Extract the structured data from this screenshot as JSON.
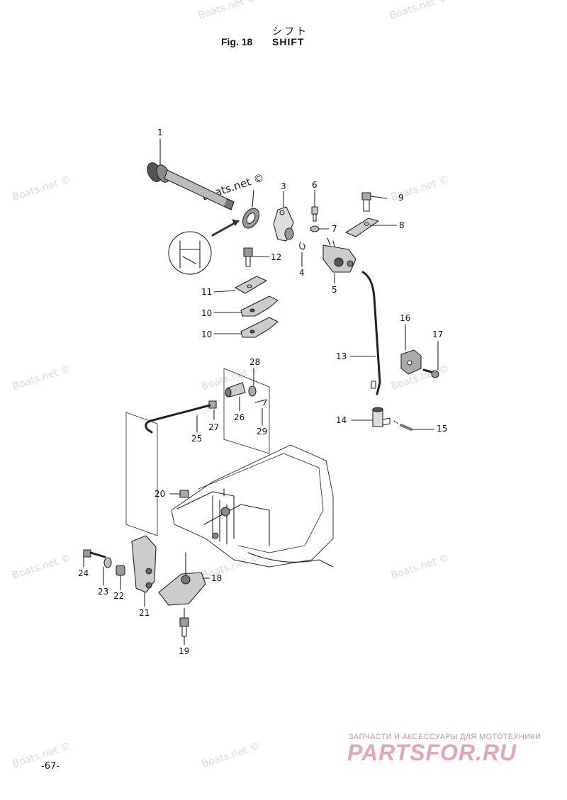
{
  "header": {
    "title_jp": "シフト",
    "figure": "Fig. 18",
    "title": "SHIFT"
  },
  "watermark": "Boats.net ©",
  "callouts": [
    "1",
    "3",
    "6",
    "9",
    "7",
    "8",
    "12",
    "4",
    "11",
    "5",
    "10",
    "10",
    "16",
    "17",
    "13",
    "28",
    "26",
    "27",
    "29",
    "25",
    "14",
    "15",
    "20",
    "18",
    "24",
    "23",
    "22",
    "21",
    "19"
  ],
  "footer": {
    "page_number": "-67-",
    "store_tagline": "ЗАПЧАСТИ И АКСЕССУАРЫ ДЛЯ МОТОТЕХНИКИ",
    "store_logo": "PARTSFOR.RU"
  }
}
